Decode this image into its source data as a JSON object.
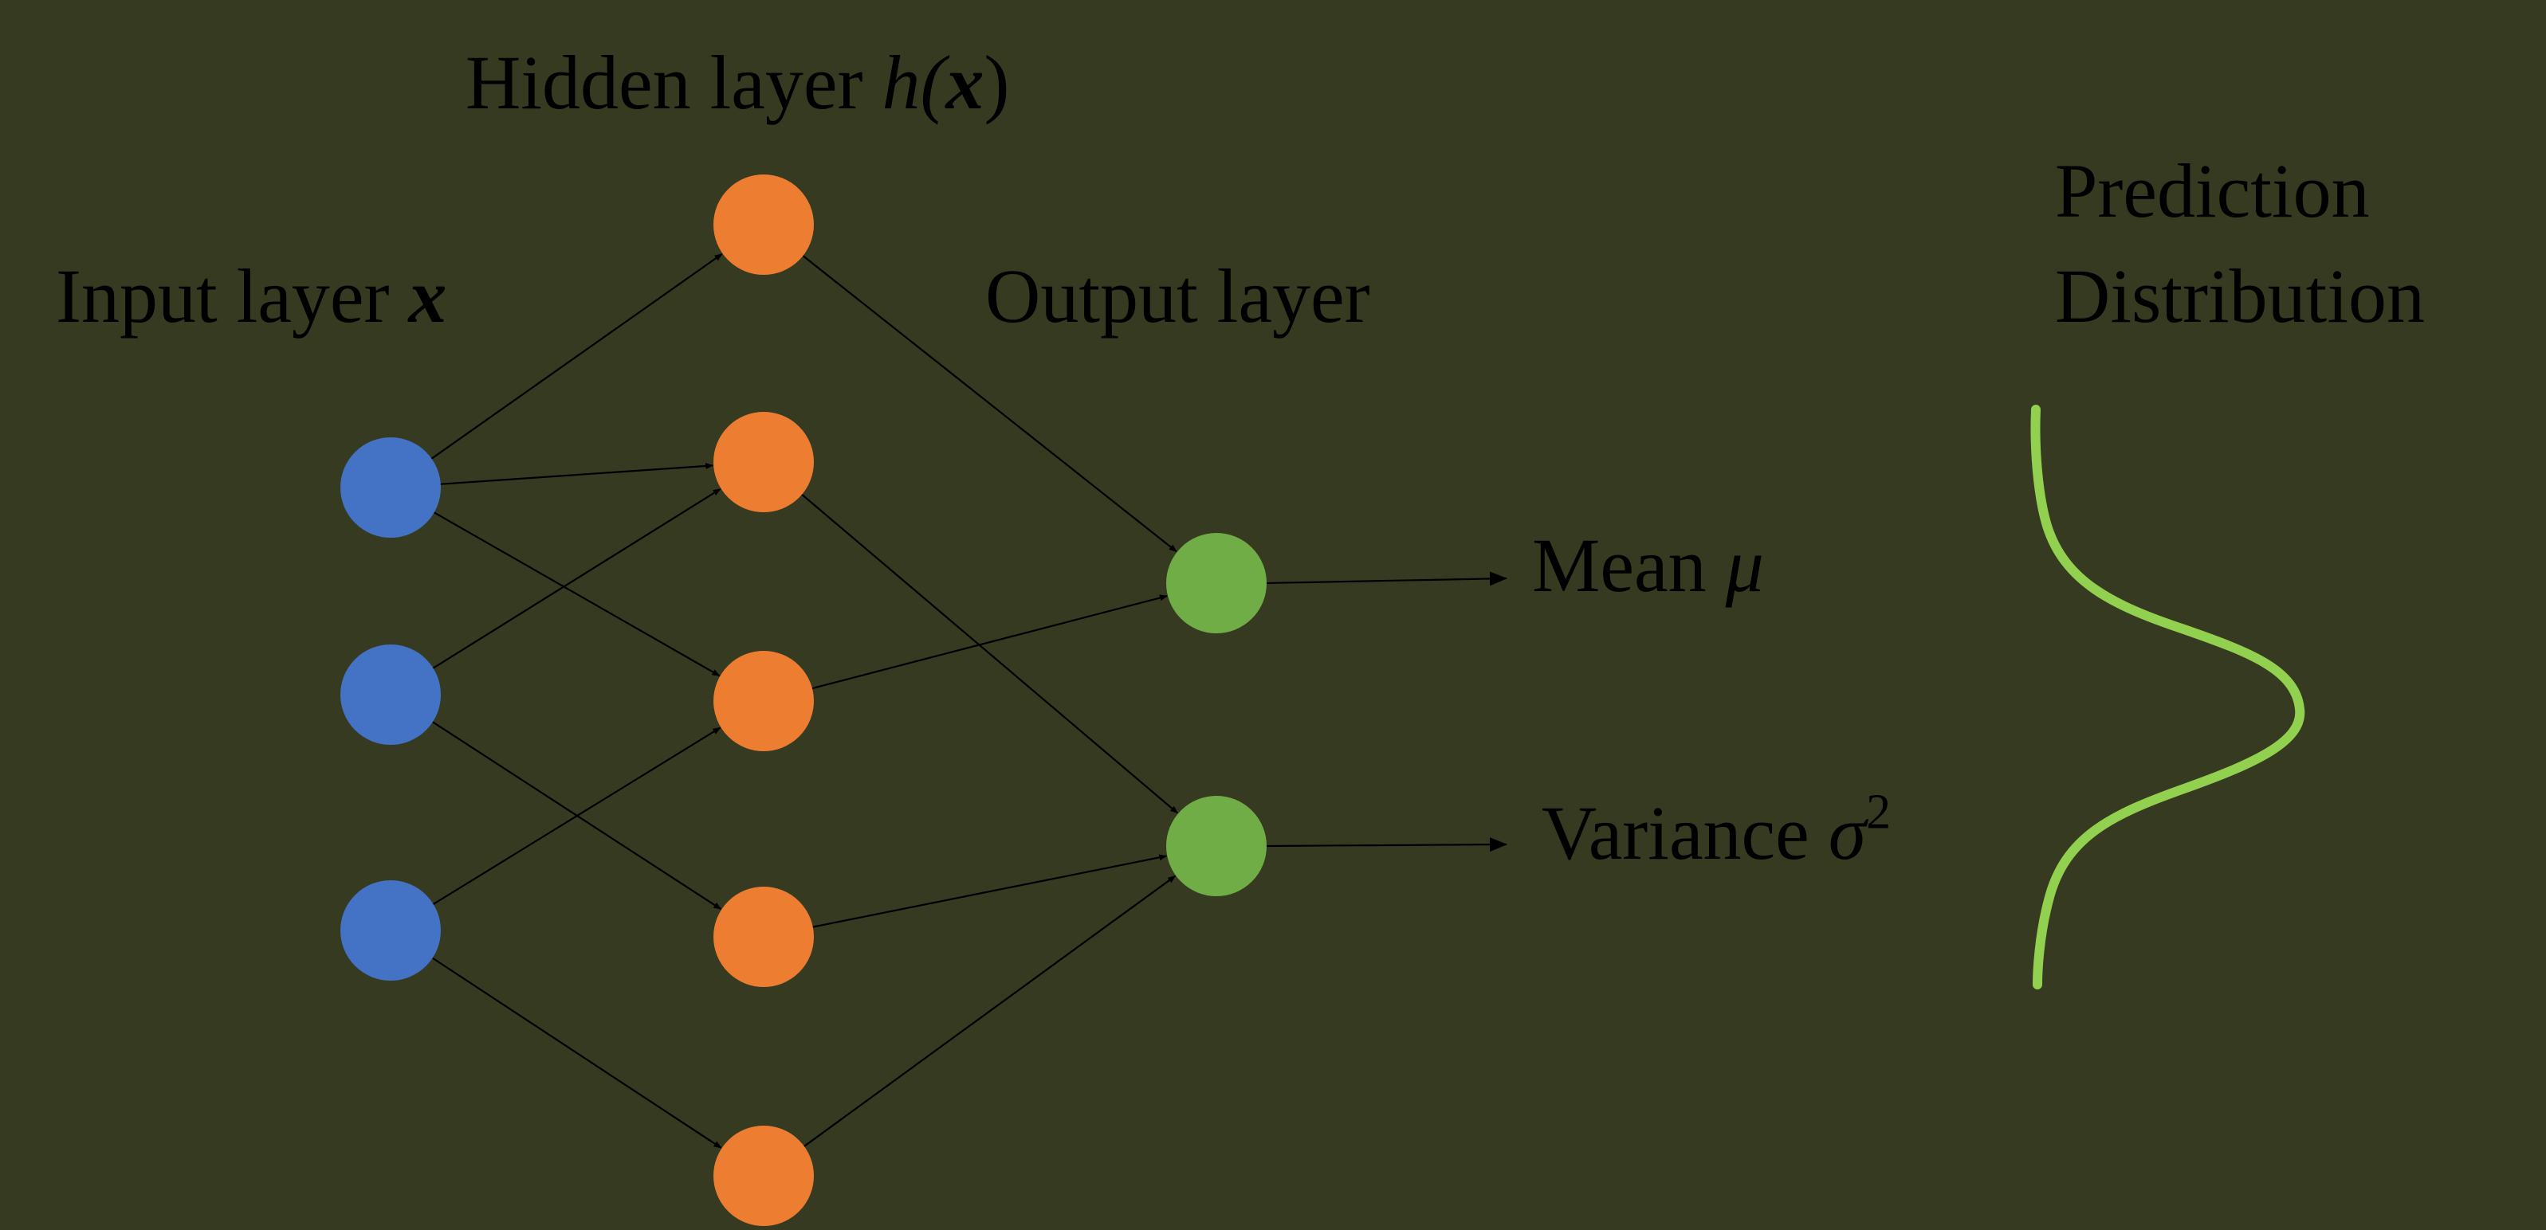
{
  "labels": {
    "hidden_text": "Hidden layer ",
    "hidden_math": "h(",
    "hidden_var": "x",
    "hidden_close": ")",
    "input_text": "Input layer ",
    "input_var": "x",
    "output": "Output layer",
    "prediction_line1": "Prediction",
    "prediction_line2": "Distribution",
    "mean_text": "Mean ",
    "mean_symbol": "μ",
    "variance_text": "Variance ",
    "variance_symbol": "σ",
    "variance_exp": "2"
  },
  "colors": {
    "background": "#363a20",
    "input_node": "#4472c4",
    "hidden_node": "#ed7d31",
    "output_node": "#70ad47",
    "distribution_curve": "#92d050",
    "edge": "#000000"
  },
  "network": {
    "input_nodes": 3,
    "hidden_nodes": 5,
    "output_nodes": 2,
    "edges": [
      [
        "i0",
        "h0"
      ],
      [
        "i0",
        "h1"
      ],
      [
        "i0",
        "h2"
      ],
      [
        "i1",
        "h1"
      ],
      [
        "i1",
        "h3"
      ],
      [
        "i2",
        "h2"
      ],
      [
        "i2",
        "h4"
      ],
      [
        "h0",
        "o0"
      ],
      [
        "h1",
        "o1"
      ],
      [
        "h2",
        "o0"
      ],
      [
        "h3",
        "o1"
      ],
      [
        "h4",
        "o1"
      ]
    ],
    "outputs": [
      {
        "from": "o0",
        "label": "mean"
      },
      {
        "from": "o1",
        "label": "variance"
      }
    ]
  }
}
